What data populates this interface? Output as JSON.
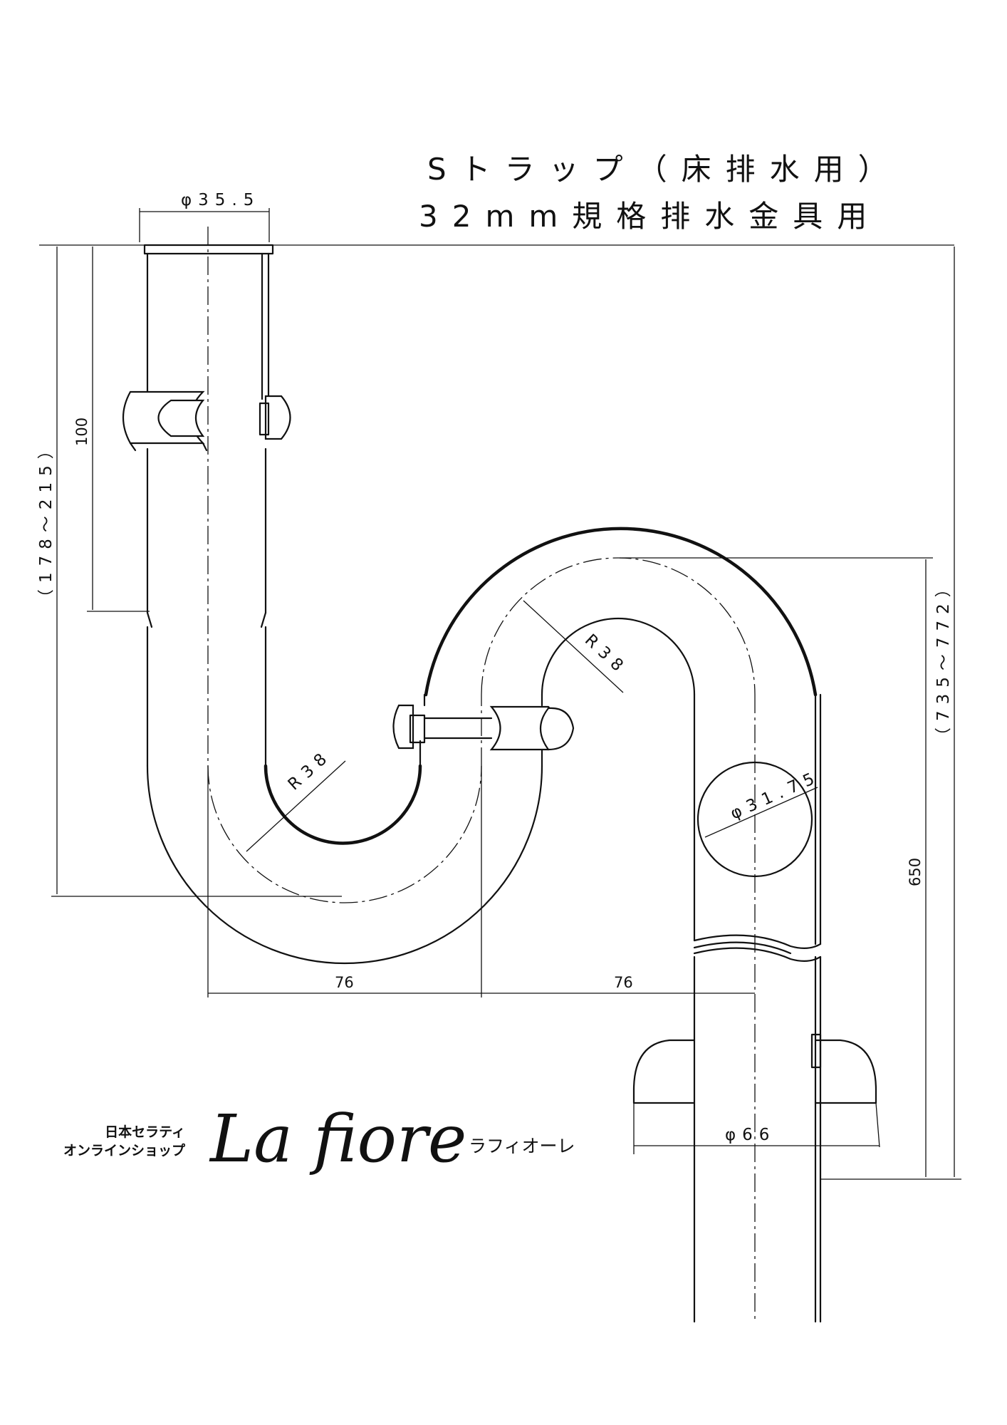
{
  "title": {
    "line1": "Sトラップ（床排水用）",
    "line2": "32mm規格排水金具用"
  },
  "dimensions": {
    "top_diameter": "φ35.5",
    "tailpiece_length": "100",
    "left_height_range": "（178～215）",
    "right_height_range": "（735～772）",
    "outlet_height": "650",
    "bend_radius_lower": "R38",
    "bend_radius_upper": "R38",
    "pipe_diameter": "φ31.75",
    "offset_left": "76",
    "offset_right": "76",
    "floor_flange_diameter": "φ66"
  },
  "brand": {
    "company_line1": "日本セラティ",
    "company_line2": "オンラインショップ",
    "logo_script": "La fiore",
    "logo_kana": "ラフィオーレ"
  }
}
